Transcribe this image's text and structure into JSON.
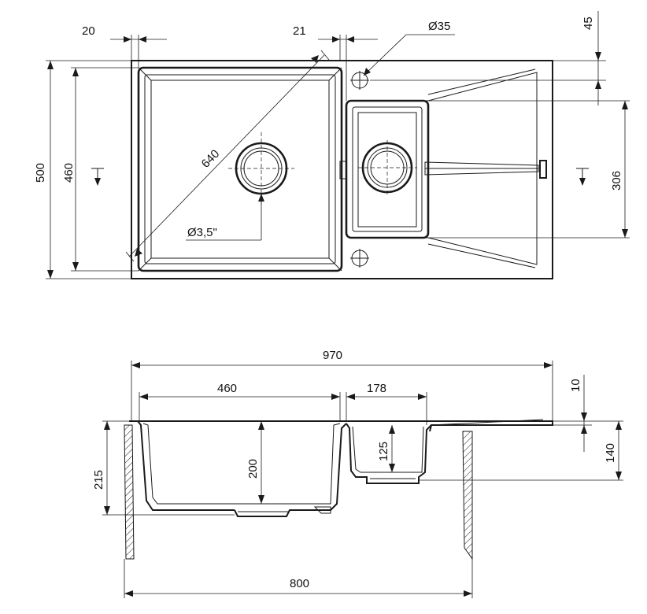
{
  "top_view": {
    "dims": {
      "edge_margin_left": "20",
      "divider_width": "21",
      "hole_diameter": "Ø35",
      "hole_offset_top": "45",
      "total_depth": "500",
      "inner_depth": "460",
      "diagonal": "640",
      "drain_size": "Ø3,5\"",
      "small_bowl_depth": "306"
    }
  },
  "side_view": {
    "dims": {
      "total_width": "970",
      "big_bowl_width": "460",
      "small_bowl_width": "178",
      "rim_thickness": "10",
      "big_bowl_outer_height": "215",
      "big_bowl_inner_depth": "200",
      "small_bowl_depth": "125",
      "small_bowl_outer_height": "140",
      "cabinet_width": "800"
    }
  }
}
